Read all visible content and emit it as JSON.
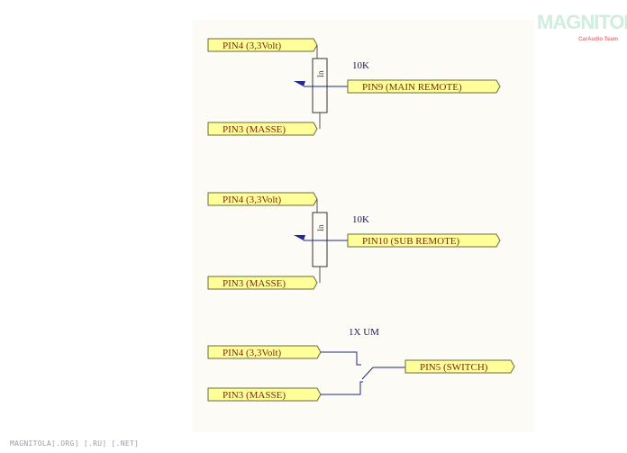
{
  "logo": {
    "title": "MAGNITOLA",
    "subtitle": "CarAudio Team"
  },
  "footer": "MAGNITOLA[.ORG] [.RU] [.NET]",
  "circuits": [
    {
      "top_label": "PIN4 (3,3Volt)",
      "bottom_label": "PIN3 (MASSE)",
      "output_label": "PIN9 (MAIN REMOTE)",
      "component_value": "10K",
      "component_type": "potentiometer"
    },
    {
      "top_label": "PIN4 (3,3Volt)",
      "bottom_label": "PIN3 (MASSE)",
      "output_label": "PIN10 (SUB REMOTE)",
      "component_value": "10K",
      "component_type": "potentiometer"
    },
    {
      "top_label": "PIN4 (3,3Volt)",
      "bottom_label": "PIN3 (MASSE)",
      "output_label": "PIN5 (SWITCH)",
      "component_value": "1X UM",
      "component_type": "switch"
    }
  ],
  "colors": {
    "label_fill": "#ffff99",
    "wire": "#1f2a7a",
    "label_text": "#7a2a10"
  }
}
